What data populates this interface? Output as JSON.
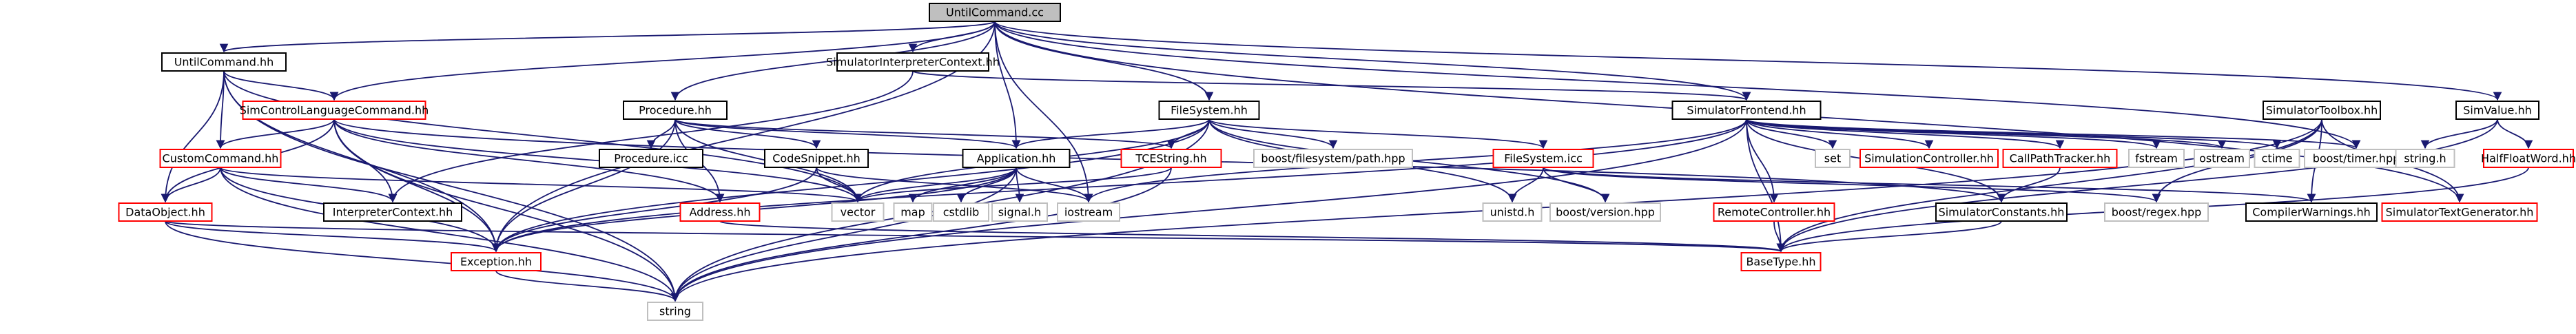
{
  "colors": {
    "root_fill": "#bfbfbf",
    "header_border": "#000000",
    "header_fill": "#ffffff",
    "missing_border": "#bfbfbf",
    "red_border": "#ff0000",
    "text": "#000000",
    "edge": "#191970"
  },
  "nodes": [
    {
      "id": "untilcommand_cc",
      "label": "UntilCommand.cc",
      "kind": "root"
    },
    {
      "id": "untilcommand_hh",
      "label": "UntilCommand.hh",
      "kind": "black"
    },
    {
      "id": "simcontrol",
      "label": "SimControlLanguageCommand.hh",
      "kind": "red"
    },
    {
      "id": "simint",
      "label": "SimulatorInterpreterContext.hh",
      "kind": "black"
    },
    {
      "id": "procedure_hh",
      "label": "Procedure.hh",
      "kind": "black"
    },
    {
      "id": "filesystem_hh",
      "label": "FileSystem.hh",
      "kind": "black"
    },
    {
      "id": "simfrontend",
      "label": "SimulatorFrontend.hh",
      "kind": "black"
    },
    {
      "id": "simvalue",
      "label": "SimValue.hh",
      "kind": "black"
    },
    {
      "id": "customcmd",
      "label": "CustomCommand.hh",
      "kind": "red"
    },
    {
      "id": "procedure_icc",
      "label": "Procedure.icc",
      "kind": "black"
    },
    {
      "id": "codesnippet",
      "label": "CodeSnippet.hh",
      "kind": "black"
    },
    {
      "id": "application",
      "label": "Application.hh",
      "kind": "black"
    },
    {
      "id": "tcestring",
      "label": "TCEString.hh",
      "kind": "red"
    },
    {
      "id": "boost_fs_path",
      "label": "boost/filesystem/path.hpp",
      "kind": "gray"
    },
    {
      "id": "filesystem_icc",
      "label": "FileSystem.icc",
      "kind": "red"
    },
    {
      "id": "set",
      "label": "set",
      "kind": "gray"
    },
    {
      "id": "simcontroller",
      "label": "SimulationController.hh",
      "kind": "red"
    },
    {
      "id": "callpath",
      "label": "CallPathTracker.hh",
      "kind": "red"
    },
    {
      "id": "fstream",
      "label": "fstream",
      "kind": "gray"
    },
    {
      "id": "ostream",
      "label": "ostream",
      "kind": "gray"
    },
    {
      "id": "ctime",
      "label": "ctime",
      "kind": "gray"
    },
    {
      "id": "boost_timer",
      "label": "boost/timer.hpp",
      "kind": "gray"
    },
    {
      "id": "simtoolbox",
      "label": "SimulatorToolbox.hh",
      "kind": "black"
    },
    {
      "id": "dataobject",
      "label": "DataObject.hh",
      "kind": "red"
    },
    {
      "id": "interpctx",
      "label": "InterpreterContext.hh",
      "kind": "black"
    },
    {
      "id": "address",
      "label": "Address.hh",
      "kind": "red"
    },
    {
      "id": "vector",
      "label": "vector",
      "kind": "gray"
    },
    {
      "id": "map",
      "label": "map",
      "kind": "gray"
    },
    {
      "id": "cstdlib",
      "label": "cstdlib",
      "kind": "gray"
    },
    {
      "id": "signal_h",
      "label": "signal.h",
      "kind": "gray"
    },
    {
      "id": "iostream",
      "label": "iostream",
      "kind": "gray"
    },
    {
      "id": "unistd",
      "label": "unistd.h",
      "kind": "gray"
    },
    {
      "id": "boost_version",
      "label": "boost/version.hpp",
      "kind": "gray"
    },
    {
      "id": "remotectl",
      "label": "RemoteController.hh",
      "kind": "red"
    },
    {
      "id": "simconst",
      "label": "SimulatorConstants.hh",
      "kind": "black"
    },
    {
      "id": "boost_regex",
      "label": "boost/regex.hpp",
      "kind": "gray"
    },
    {
      "id": "compwarn",
      "label": "CompilerWarnings.hh",
      "kind": "black"
    },
    {
      "id": "simtextgen",
      "label": "SimulatorTextGenerator.hh",
      "kind": "red"
    },
    {
      "id": "string_h",
      "label": "string.h",
      "kind": "gray"
    },
    {
      "id": "halffloat",
      "label": "HalfFloatWord.hh",
      "kind": "red"
    },
    {
      "id": "exception",
      "label": "Exception.hh",
      "kind": "red"
    },
    {
      "id": "basetype",
      "label": "BaseType.hh",
      "kind": "red"
    },
    {
      "id": "string",
      "label": "string",
      "kind": "gray"
    }
  ]
}
